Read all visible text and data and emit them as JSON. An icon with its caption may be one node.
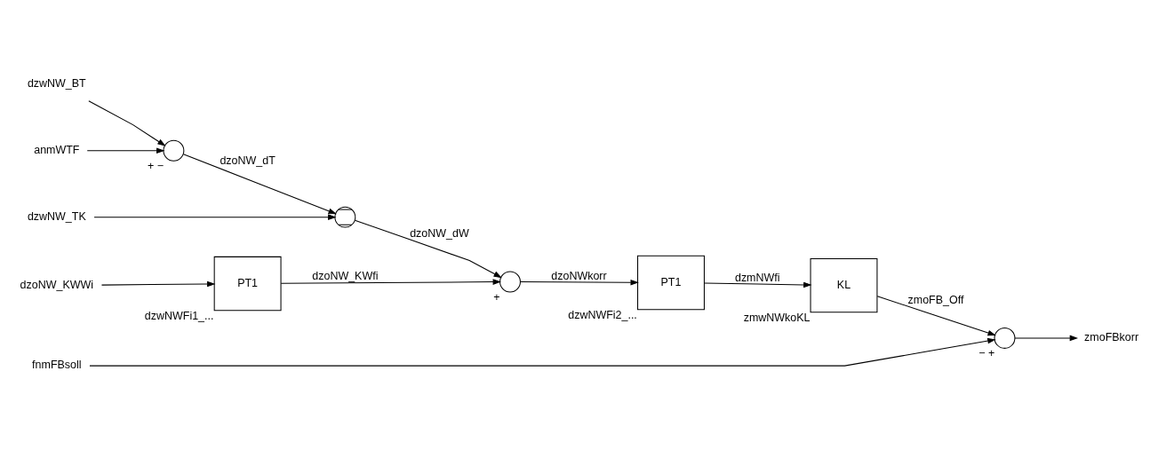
{
  "diagram": {
    "nodes": [
      {
        "text": [
          "dzoNW_KWWi"
        ]
      },
      {
        "text": [
          "PT1"
        ],
        "beside": [
          "dzwNWFi1_..."
        ]
      },
      {
        "text": [],
        "shape": "circle",
        "beside": [
          "+"
        ]
      },
      {
        "text": [
          "anmWTF"
        ]
      },
      {
        "text": [],
        "shape": "circle",
        "beside": [
          "+",
          "−"
        ]
      },
      {
        "text": [
          "dzwNW_BT"
        ]
      },
      {
        "text": [],
        "shape": "circle"
      },
      {
        "text": [
          "dzwNW_TK"
        ]
      },
      {
        "text": [
          "PT1"
        ],
        "beside": [
          "dzwNWFi2_..."
        ]
      },
      {
        "text": [
          "KL"
        ],
        "beside": [
          "zmwNWkoKL"
        ]
      },
      {
        "text": [
          "fnmFBsoll"
        ]
      },
      {
        "text": [],
        "shape": "circle",
        "beside": [
          "−",
          "+"
        ]
      },
      {
        "text": [
          "zmoFBkorr"
        ]
      }
    ],
    "edges": [
      {
        "from": 0,
        "to": 1,
        "arrow": "to"
      },
      {
        "from": 1,
        "to": 2,
        "arrow": "to",
        "label": "dzoNW_KWfi"
      },
      {
        "from": 6,
        "to": 2,
        "arrow": "to",
        "label": "dzoNW_dW"
      },
      {
        "from": 2,
        "to": 8,
        "arrow": "to",
        "label": "dzoNWkorr"
      },
      {
        "from": 3,
        "to": 4,
        "arrow": "to"
      },
      {
        "from": 5,
        "to": 4,
        "arrow": "to"
      },
      {
        "from": 4,
        "to": 6,
        "arrow": "to",
        "label": "dzoNW_dT"
      },
      {
        "from": 7,
        "to": 6,
        "arrow": "to"
      },
      {
        "from": 8,
        "to": 9,
        "arrow": "to",
        "label": "dzmNWfi"
      },
      {
        "from": 9,
        "to": 11,
        "arrow": "to",
        "label": "zmoFB_Off"
      },
      {
        "from": 10,
        "to": 11,
        "arrow": "to"
      },
      {
        "from": 11,
        "to": 12,
        "arrow": "to"
      }
    ]
  }
}
